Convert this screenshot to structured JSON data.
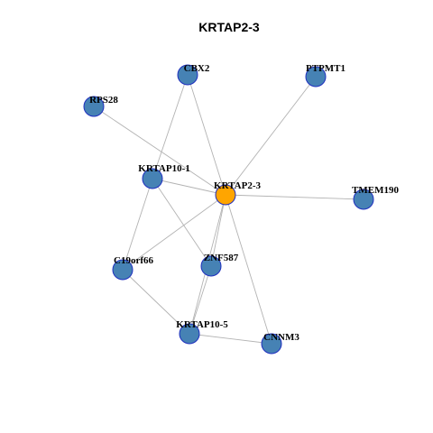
{
  "title": "KRTAP2-3",
  "colors": {
    "hub": "#ffa500",
    "node": "#4682b4",
    "node_border": "#1f2fbf",
    "edge": "#b3b3b3"
  },
  "nodes": [
    {
      "id": "CBX2",
      "label": "CBX2",
      "hub": false
    },
    {
      "id": "PTPMT1",
      "label": "PTPMT1",
      "hub": false
    },
    {
      "id": "RPS28",
      "label": "RPS28",
      "hub": false
    },
    {
      "id": "KRTAP10-1",
      "label": "KRTAP10-1",
      "hub": false
    },
    {
      "id": "KRTAP2-3",
      "label": "KRTAP2-3",
      "hub": true
    },
    {
      "id": "TMEM190",
      "label": "TMEM190",
      "hub": false
    },
    {
      "id": "C19orf66",
      "label": "C19orf66",
      "hub": false
    },
    {
      "id": "ZNF587",
      "label": "ZNF587",
      "hub": false
    },
    {
      "id": "KRTAP10-5",
      "label": "KRTAP10-5",
      "hub": false
    },
    {
      "id": "CNNM3",
      "label": "CNNM3",
      "hub": false
    }
  ],
  "edges": [
    [
      "CBX2",
      "KRTAP10-1"
    ],
    [
      "CBX2",
      "KRTAP2-3"
    ],
    [
      "PTPMT1",
      "KRTAP2-3"
    ],
    [
      "RPS28",
      "KRTAP2-3"
    ],
    [
      "KRTAP10-1",
      "KRTAP2-3"
    ],
    [
      "KRTAP10-1",
      "C19orf66"
    ],
    [
      "KRTAP10-1",
      "ZNF587"
    ],
    [
      "KRTAP2-3",
      "TMEM190"
    ],
    [
      "KRTAP2-3",
      "C19orf66"
    ],
    [
      "KRTAP2-3",
      "ZNF587"
    ],
    [
      "KRTAP2-3",
      "KRTAP10-5"
    ],
    [
      "KRTAP2-3",
      "CNNM3"
    ],
    [
      "C19orf66",
      "KRTAP10-5"
    ],
    [
      "ZNF587",
      "KRTAP10-5"
    ],
    [
      "KRTAP10-5",
      "CNNM3"
    ]
  ]
}
